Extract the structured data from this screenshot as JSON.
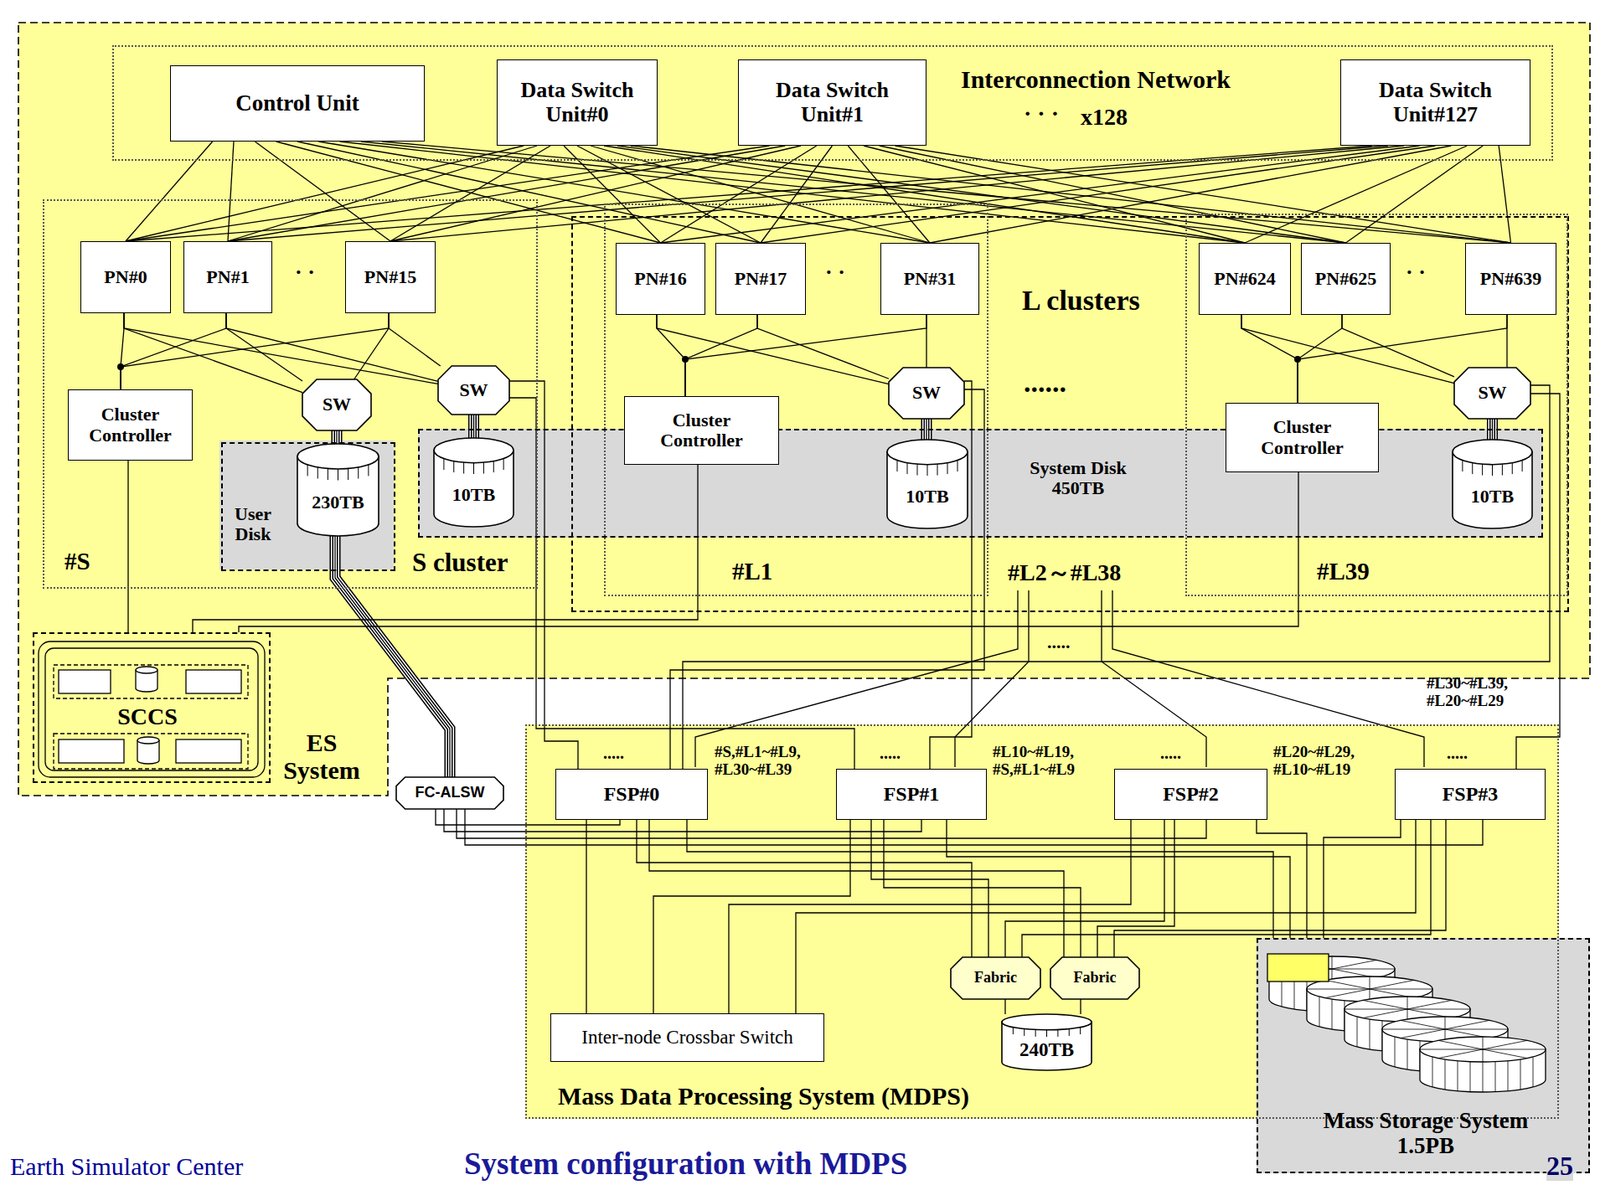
{
  "diagram": {
    "title": "System configuration with MDPS",
    "nodes": [
      {
        "text": [
          "ES System"
        ]
      },
      {
        "text": [
          "Interconnection Network"
        ],
        "in": 0
      },
      {
        "text": [
          "Control Unit"
        ],
        "in": 1
      },
      {
        "text": [
          "Data Switch Unit#0"
        ],
        "in": 1
      },
      {
        "text": [
          "Data Switch Unit#1"
        ],
        "in": 1
      },
      {
        "text": [
          "Data Switch Unit#127"
        ],
        "in": 1
      },
      {
        "text": [
          "#S",
          "S cluster"
        ],
        "in": 0
      },
      {
        "text": [
          "PN#0"
        ],
        "in": 6
      },
      {
        "text": [
          "PN#1"
        ],
        "in": 6
      },
      {
        "text": [
          "PN#15"
        ],
        "in": 6
      },
      {
        "text": [
          "Cluster Controller"
        ],
        "in": 6
      },
      {
        "text": [
          "SW"
        ],
        "in": 6
      },
      {
        "text": [
          "SW"
        ],
        "in": 6
      },
      {
        "text": [
          "User Disk"
        ],
        "in": 6
      },
      {
        "text": [
          "230TB"
        ],
        "in": 13
      },
      {
        "text": [
          "10TB"
        ],
        "in": 6
      },
      {
        "text": [
          "System Disk 450TB"
        ],
        "in": 0
      },
      {
        "text": [
          "L clusters"
        ],
        "in": 0
      },
      {
        "text": [
          "#L1"
        ],
        "in": 17
      },
      {
        "text": [
          "PN#16"
        ],
        "in": 18
      },
      {
        "text": [
          "PN#17"
        ],
        "in": 18
      },
      {
        "text": [
          "PN#31"
        ],
        "in": 18
      },
      {
        "text": [
          "Cluster Controller"
        ],
        "in": 18
      },
      {
        "text": [
          "SW"
        ],
        "in": 18
      },
      {
        "text": [
          "10TB"
        ],
        "in": 18
      },
      {
        "text": [
          "#L39"
        ],
        "in": 17
      },
      {
        "text": [
          "PN#624"
        ],
        "in": 25
      },
      {
        "text": [
          "PN#625"
        ],
        "in": 25
      },
      {
        "text": [
          "PN#639"
        ],
        "in": 25
      },
      {
        "text": [
          "Cluster Controller"
        ],
        "in": 25
      },
      {
        "text": [
          "SW"
        ],
        "in": 25
      },
      {
        "text": [
          "10TB"
        ],
        "in": 25
      },
      {
        "text": [
          "SCCS"
        ],
        "in": 0
      },
      {
        "text": [
          "Mass Data Processing System (MDPS)"
        ]
      },
      {
        "text": [
          "FSP#0"
        ],
        "in": 33
      },
      {
        "text": [
          "FSP#1"
        ],
        "in": 33
      },
      {
        "text": [
          "FSP#2"
        ],
        "in": 33
      },
      {
        "text": [
          "FSP#3"
        ],
        "in": 33
      },
      {
        "text": [
          "Inter-node Crossbar Switch"
        ],
        "in": 33
      },
      {
        "text": [
          "Fabric"
        ],
        "in": 33
      },
      {
        "text": [
          "Fabric"
        ],
        "in": 33
      },
      {
        "text": [
          "240TB"
        ],
        "in": 33
      },
      {
        "text": [
          "FC-ALSW"
        ]
      },
      {
        "text": [
          "Mass Storage System 1.5PB"
        ]
      }
    ],
    "edges": [
      {
        "from": 2,
        "to": 7,
        "arrow": "none"
      },
      {
        "from": 2,
        "to": 8,
        "arrow": "none"
      },
      {
        "from": 2,
        "to": 9,
        "arrow": "none"
      },
      {
        "from": 2,
        "to": 19,
        "arrow": "none"
      },
      {
        "from": 2,
        "to": 20,
        "arrow": "none"
      },
      {
        "from": 2,
        "to": 21,
        "arrow": "none"
      },
      {
        "from": 2,
        "to": 26,
        "arrow": "none"
      },
      {
        "from": 2,
        "to": 27,
        "arrow": "none"
      },
      {
        "from": 2,
        "to": 28,
        "arrow": "none"
      },
      {
        "from": 3,
        "to": 7,
        "arrow": "none"
      },
      {
        "from": 3,
        "to": 8,
        "arrow": "none"
      },
      {
        "from": 3,
        "to": 9,
        "arrow": "none"
      },
      {
        "from": 3,
        "to": 19,
        "arrow": "none"
      },
      {
        "from": 3,
        "to": 20,
        "arrow": "none"
      },
      {
        "from": 3,
        "to": 21,
        "arrow": "none"
      },
      {
        "from": 3,
        "to": 26,
        "arrow": "none"
      },
      {
        "from": 3,
        "to": 27,
        "arrow": "none"
      },
      {
        "from": 3,
        "to": 28,
        "arrow": "none"
      },
      {
        "from": 4,
        "to": 7,
        "arrow": "none"
      },
      {
        "from": 4,
        "to": 8,
        "arrow": "none"
      },
      {
        "from": 4,
        "to": 9,
        "arrow": "none"
      },
      {
        "from": 4,
        "to": 19,
        "arrow": "none"
      },
      {
        "from": 4,
        "to": 20,
        "arrow": "none"
      },
      {
        "from": 4,
        "to": 21,
        "arrow": "none"
      },
      {
        "from": 4,
        "to": 26,
        "arrow": "none"
      },
      {
        "from": 4,
        "to": 27,
        "arrow": "none"
      },
      {
        "from": 4,
        "to": 28,
        "arrow": "none"
      },
      {
        "from": 5,
        "to": 7,
        "arrow": "none"
      },
      {
        "from": 5,
        "to": 8,
        "arrow": "none"
      },
      {
        "from": 5,
        "to": 9,
        "arrow": "none"
      },
      {
        "from": 5,
        "to": 19,
        "arrow": "none"
      },
      {
        "from": 5,
        "to": 20,
        "arrow": "none"
      },
      {
        "from": 5,
        "to": 21,
        "arrow": "none"
      },
      {
        "from": 5,
        "to": 26,
        "arrow": "none"
      },
      {
        "from": 5,
        "to": 27,
        "arrow": "none"
      },
      {
        "from": 5,
        "to": 28,
        "arrow": "none"
      },
      {
        "from": 7,
        "to": 10,
        "arrow": "none"
      },
      {
        "from": 8,
        "to": 10,
        "arrow": "none"
      },
      {
        "from": 9,
        "to": 10,
        "arrow": "none"
      },
      {
        "from": 7,
        "to": 11,
        "arrow": "none"
      },
      {
        "from": 8,
        "to": 11,
        "arrow": "none"
      },
      {
        "from": 9,
        "to": 11,
        "arrow": "none"
      },
      {
        "from": 7,
        "to": 12,
        "arrow": "none"
      },
      {
        "from": 8,
        "to": 12,
        "arrow": "none"
      },
      {
        "from": 9,
        "to": 12,
        "arrow": "none"
      },
      {
        "from": 19,
        "to": 22,
        "arrow": "none"
      },
      {
        "from": 20,
        "to": 22,
        "arrow": "none"
      },
      {
        "from": 21,
        "to": 22,
        "arrow": "none"
      },
      {
        "from": 19,
        "to": 23,
        "arrow": "none"
      },
      {
        "from": 20,
        "to": 23,
        "arrow": "none"
      },
      {
        "from": 21,
        "to": 23,
        "arrow": "none"
      },
      {
        "from": 26,
        "to": 29,
        "arrow": "none"
      },
      {
        "from": 27,
        "to": 29,
        "arrow": "none"
      },
      {
        "from": 28,
        "to": 29,
        "arrow": "none"
      },
      {
        "from": 26,
        "to": 30,
        "arrow": "none"
      },
      {
        "from": 27,
        "to": 30,
        "arrow": "none"
      },
      {
        "from": 28,
        "to": 30,
        "arrow": "none"
      },
      {
        "from": 11,
        "to": 14,
        "arrow": "none"
      },
      {
        "from": 12,
        "to": 15,
        "arrow": "none"
      },
      {
        "from": 23,
        "to": 24,
        "arrow": "none"
      },
      {
        "from": 30,
        "to": 31,
        "arrow": "none"
      },
      {
        "from": 10,
        "to": 32,
        "arrow": "none"
      },
      {
        "from": 22,
        "to": 32,
        "arrow": "none"
      },
      {
        "from": 29,
        "to": 32,
        "arrow": "none"
      },
      {
        "from": 14,
        "to": 42,
        "arrow": "none"
      },
      {
        "from": 42,
        "to": 34,
        "arrow": "none"
      },
      {
        "from": 42,
        "to": 35,
        "arrow": "none"
      },
      {
        "from": 42,
        "to": 36,
        "arrow": "none"
      },
      {
        "from": 42,
        "to": 37,
        "arrow": "none"
      },
      {
        "from": 12,
        "to": 34,
        "arrow": "none"
      },
      {
        "from": 12,
        "to": 35,
        "arrow": "none"
      },
      {
        "from": 23,
        "to": 34,
        "arrow": "none"
      },
      {
        "from": 23,
        "to": 35,
        "arrow": "none"
      },
      {
        "from": 30,
        "to": 34,
        "arrow": "none"
      },
      {
        "from": 30,
        "to": 37,
        "arrow": "none"
      },
      {
        "from": 34,
        "to": 38,
        "arrow": "none"
      },
      {
        "from": 35,
        "to": 38,
        "arrow": "none"
      },
      {
        "from": 36,
        "to": 38,
        "arrow": "none"
      },
      {
        "from": 37,
        "to": 38,
        "arrow": "none"
      },
      {
        "from": 34,
        "to": 39,
        "arrow": "none"
      },
      {
        "from": 34,
        "to": 40,
        "arrow": "none"
      },
      {
        "from": 35,
        "to": 39,
        "arrow": "none"
      },
      {
        "from": 35,
        "to": 40,
        "arrow": "none"
      },
      {
        "from": 36,
        "to": 39,
        "arrow": "none"
      },
      {
        "from": 36,
        "to": 40,
        "arrow": "none"
      },
      {
        "from": 37,
        "to": 39,
        "arrow": "none"
      },
      {
        "from": 37,
        "to": 40,
        "arrow": "none"
      },
      {
        "from": 39,
        "to": 41,
        "arrow": "none"
      },
      {
        "from": 40,
        "to": 41,
        "arrow": "none"
      },
      {
        "from": 34,
        "to": 43,
        "arrow": "none"
      },
      {
        "from": 35,
        "to": 43,
        "arrow": "none"
      },
      {
        "from": 36,
        "to": 43,
        "arrow": "none"
      },
      {
        "from": 37,
        "to": 43,
        "arrow": "none"
      }
    ],
    "labels": [
      "· · ·",
      "x128",
      "· ·",
      "· ·",
      "· ·",
      "......",
      "#L2～#L38",
      ".....",
      "#L30~#L39, #L20~#L29",
      ".....",
      "#S,#L1~#L9, #L30~#L39",
      ".....",
      "#L10~#L19, #S,#L1~#L9",
      ".....",
      "#L20~#L29, #L10~#L19",
      ".....",
      "Earth Simulator Center",
      "25"
    ]
  }
}
